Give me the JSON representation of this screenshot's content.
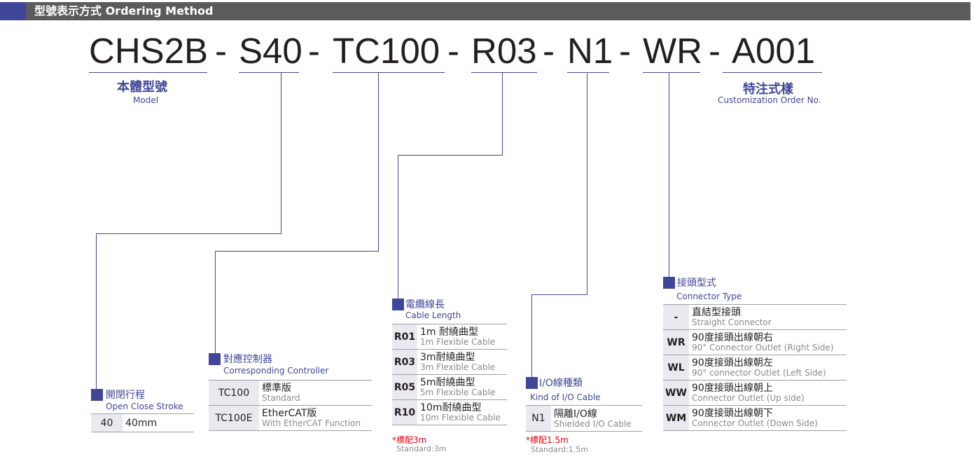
{
  "header": {
    "title": "型號表示方式 Ordering Method"
  },
  "code": {
    "parts": [
      "CHS2B",
      "S40",
      "TC100",
      "R03",
      "N1",
      "WR",
      "A001"
    ],
    "separator": "-"
  },
  "model": {
    "zh": "本體型號",
    "en": "Model"
  },
  "customization": {
    "zh": "特注式樣",
    "en": "Customization Order No."
  },
  "stroke": {
    "zh": "開閉行程",
    "en": "Open Close Stroke",
    "rows": [
      {
        "code": "40",
        "desc": "40mm"
      }
    ]
  },
  "controller": {
    "zh": "對應控制器",
    "en": "Corresponding Controller",
    "rows": [
      {
        "code": "TC100",
        "zh": "標準版",
        "en": "Standard"
      },
      {
        "code": "TC100E",
        "zh": "EtherCAT版",
        "en": "With EtherCAT Function"
      }
    ]
  },
  "cable": {
    "zh": "電纜線長",
    "en": "Cable Length",
    "rows": [
      {
        "code": "R01",
        "zh": "1m 耐繞曲型",
        "en": "1m Flexible Cable"
      },
      {
        "code": "R03",
        "zh": "3m耐繞曲型",
        "en": "3m Flexible Cable"
      },
      {
        "code": "R05",
        "zh": "5m耐繞曲型",
        "en": "5m Flexible Cable"
      },
      {
        "code": "R10",
        "zh": "10m耐繞曲型",
        "en": "10m Flexible Cable"
      }
    ],
    "note_zh": "*標配3m",
    "note_en": "Standard:3m"
  },
  "io": {
    "zh": "I/O線種類",
    "en": "Kind of I/O Cable",
    "rows": [
      {
        "code": "N1",
        "zh": "隔離I/O線",
        "en": "Shielded I/O Cable"
      }
    ],
    "note_zh": "*標配1.5m",
    "note_en": "Standard:1.5m"
  },
  "connector": {
    "zh": "接頭型式",
    "en": "Connector Type",
    "rows": [
      {
        "code": "-",
        "zh": "直結型接頭",
        "en": "Straight Connector"
      },
      {
        "code": "WR",
        "zh": "90度接頭出線朝右",
        "en": "90° Connector Outlet (Right Side)"
      },
      {
        "code": "WL",
        "zh": "90度接頭出線朝左",
        "en": "90° connector Outlet (Left Side)"
      },
      {
        "code": "WW",
        "zh": "90度接頭出線朝上",
        "en": "Connector Outlet (Up side)"
      },
      {
        "code": "WM",
        "zh": "90度接頭出線朝下",
        "en": "Connector Outlet (Down Side)"
      }
    ]
  }
}
